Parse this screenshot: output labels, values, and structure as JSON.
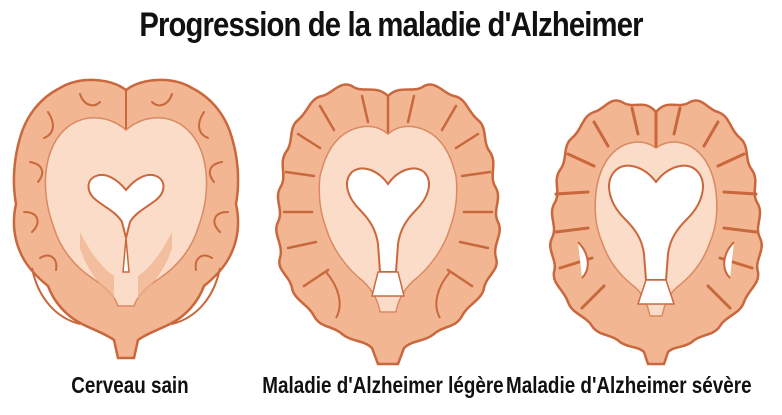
{
  "title": "Progression de la maladie d'Alzheimer",
  "panels": [
    {
      "caption": "Cerveau sain"
    },
    {
      "caption": "Maladie d'Alzheimer légère"
    },
    {
      "caption": "Maladie d'Alzheimer sévère"
    }
  ],
  "colors": {
    "cortex": "#f2b693",
    "outline": "#c9683c",
    "white_matter": "#fbdcc8",
    "ventricle": "#ffffff",
    "text": "#111111"
  }
}
